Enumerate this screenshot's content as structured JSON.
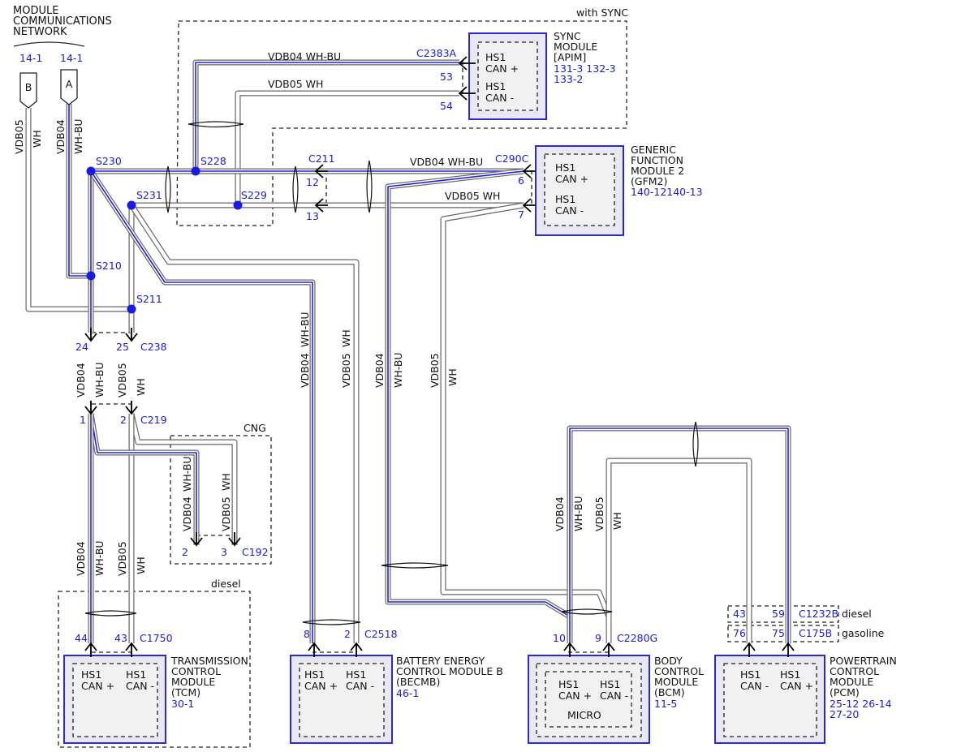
{
  "title_lines": [
    "MODULE",
    "COMMUNICATIONS",
    "NETWORK"
  ],
  "network_refs": [
    "14-1",
    "14-1"
  ],
  "connectors_lr": [
    "B",
    "A"
  ],
  "regions": {
    "sync": "with SYNC",
    "cng": "CNG",
    "diesel": "diesel"
  },
  "wires": {
    "vdb04": "VDB04",
    "vdb05": "VDB05",
    "whbu": "WH-BU",
    "wh": "WH",
    "vdb04_whbu": "VDB04  WH-BU",
    "vdb05_wh": "VDB05  WH"
  },
  "splices": [
    "S230",
    "S228",
    "S231",
    "S229",
    "S210",
    "S211"
  ],
  "connectors": {
    "c2383a": "C2383A",
    "c211": "C211",
    "c290c": "C290C",
    "c238": "C238",
    "c219": "C219",
    "c192": "C192",
    "c1750": "C1750",
    "c2518": "C2518",
    "c2280g": "C2280G",
    "c1232b": "C1232B",
    "c175b": "C175B"
  },
  "pins": {
    "p53": "53",
    "p54": "54",
    "p12": "12",
    "p13": "13",
    "p6": "6",
    "p7": "7",
    "p24": "24",
    "p25": "25",
    "p1": "1",
    "p2": "2",
    "p2b": "2",
    "p3": "3",
    "p44": "44",
    "p43": "43",
    "p8": "8",
    "p2c": "2",
    "p10": "10",
    "p9": "9",
    "p43b": "43",
    "p59": "59",
    "p76": "76",
    "p75": "75"
  },
  "engine_labels": {
    "diesel": "diesel",
    "gasoline": "gasoline"
  },
  "modules": {
    "sync": {
      "name": [
        "SYNC",
        "MODULE",
        "[APIM]"
      ],
      "refs": [
        "131-3 132-3",
        "133-2"
      ],
      "pins": [
        "HS1",
        "CAN +",
        "HS1",
        "CAN -"
      ]
    },
    "gfm2": {
      "name": [
        "GENERIC",
        "FUNCTION",
        "MODULE 2",
        "(GFM2)"
      ],
      "refs": [
        "140-12140-13"
      ],
      "pins": [
        "HS1",
        "CAN +",
        "HS1",
        "CAN -"
      ]
    },
    "tcm": {
      "name": [
        "TRANSMISSION",
        "CONTROL",
        "MODULE",
        "(TCM)"
      ],
      "refs": [
        "30-1"
      ],
      "pins": [
        "HS1",
        "CAN +",
        "HS1",
        "CAN -"
      ]
    },
    "becmb": {
      "name": [
        "BATTERY ENERGY",
        "CONTROL MODULE B",
        "(BECMB)"
      ],
      "refs": [
        "46-1"
      ],
      "pins": [
        "HS1",
        "CAN +",
        "HS1",
        "CAN -"
      ]
    },
    "bcm": {
      "name": [
        "BODY",
        "CONTROL",
        "MODULE",
        "(BCM)"
      ],
      "refs": [
        "11-5"
      ],
      "pins": [
        "HS1",
        "CAN +",
        "HS1",
        "CAN -"
      ],
      "micro": "MICRO"
    },
    "pcm": {
      "name": [
        "POWERTRAIN",
        "CONTROL",
        "MODULE",
        "(PCM)"
      ],
      "refs": [
        "25-12 26-14",
        "27-20"
      ],
      "pins": [
        "HS1",
        "CAN -",
        "HS1",
        "CAN +"
      ]
    }
  },
  "colors": {
    "wire_blue": "#2222dd",
    "label_blue": "#1a1ad9",
    "module_fill": "#e8e8f4"
  }
}
